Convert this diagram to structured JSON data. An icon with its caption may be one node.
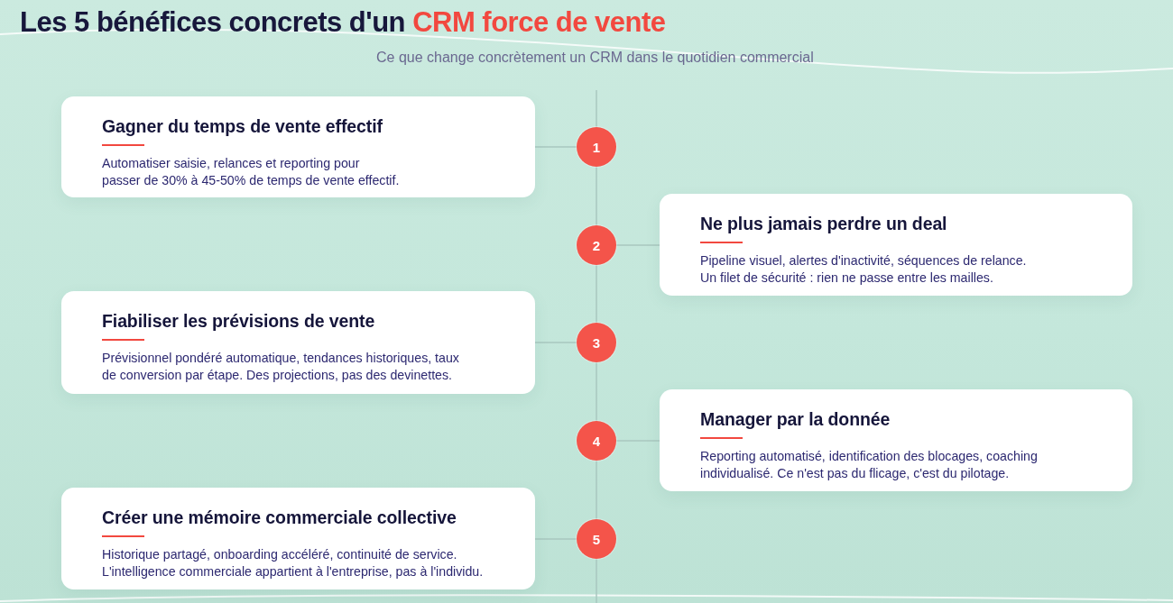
{
  "diagram": {
    "title": "Les 5 bénéfices concrets d'un CRM force de vente",
    "nodes": [
      {
        "text": [
          "Gagner du temps de vente effectif",
          "Automatiser saisie, relances et reporting pour passer de 30% à 45-50% de temps de vente effectif."
        ]
      },
      {
        "text": [
          "1"
        ]
      },
      {
        "text": [
          "Ne plus jamais perdre un deal",
          "Pipeline visuel, alertes d'inactivité, séquences de relance. Un filet de sécurité : rien ne passe entre les mailles."
        ]
      },
      {
        "text": [
          "2"
        ]
      },
      {
        "text": [
          "Fiabiliser les prévisions de vente",
          "Prévisionnel pondéré automatique, tendances historiques, taux de conversion par étape. Des projections, pas des devinettes."
        ]
      },
      {
        "text": [
          "3"
        ]
      },
      {
        "text": [
          "Manager par la donnée",
          "Reporting automatisé, identification des blocages, coaching individualisé. Ce n'est pas du flicage, c'est du pilotage."
        ]
      },
      {
        "text": [
          "4"
        ]
      },
      {
        "text": [
          "Créer une mémoire commerciale collective",
          "Historique partagé, onboarding accéléré, continuité de service. L'intelligence commerciale appartient à l'entreprise, pas à l'individu."
        ]
      },
      {
        "text": [
          "5"
        ]
      }
    ],
    "edges": [
      {
        "from": null,
        "to": 1,
        "arrow": "none"
      },
      {
        "from": 0,
        "to": 1,
        "arrow": "none"
      },
      {
        "from": 1,
        "to": 3,
        "arrow": "none"
      },
      {
        "from": 2,
        "to": 3,
        "arrow": "none"
      },
      {
        "from": 3,
        "to": 5,
        "arrow": "none"
      },
      {
        "from": 4,
        "to": 5,
        "arrow": "none"
      },
      {
        "from": 5,
        "to": 7,
        "arrow": "none"
      },
      {
        "from": 6,
        "to": 7,
        "arrow": "none"
      },
      {
        "from": 7,
        "to": 9,
        "arrow": "none"
      },
      {
        "from": 8,
        "to": 9,
        "arrow": "none"
      },
      {
        "from": 9,
        "to": null,
        "arrow": "none"
      }
    ],
    "labels": [
      "Ce que change concrètement un CRM dans le quotidien commercial"
    ]
  }
}
